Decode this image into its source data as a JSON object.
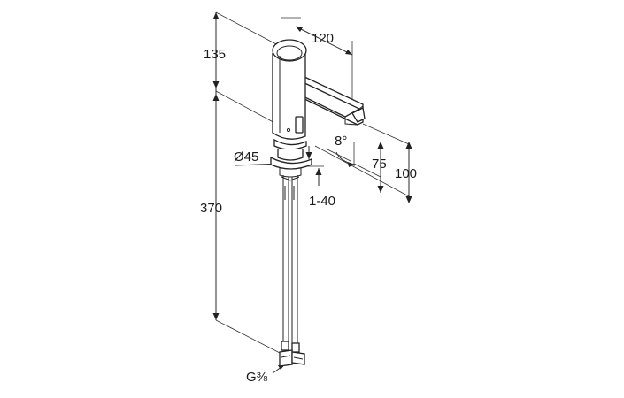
{
  "drawing": {
    "dimensions": {
      "height_top": "135",
      "height_bottom": "370",
      "spout_length": "120",
      "diameter": "Ø45",
      "spout_height_75": "75",
      "spout_height_100": "100",
      "deck_thickness": "1-40",
      "angle": "8°",
      "connection": "G⅜"
    }
  }
}
